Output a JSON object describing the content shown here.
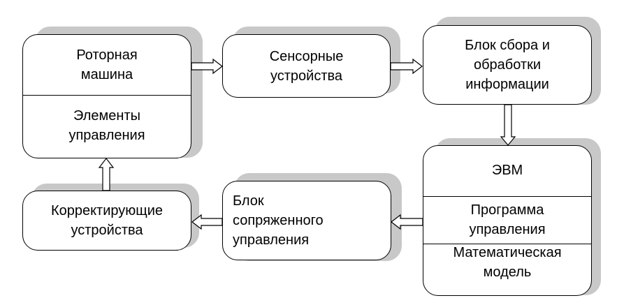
{
  "blocks": {
    "rotary_machine": {
      "title": "Роторная\nмашина",
      "controls": "Элементы\nуправления"
    },
    "sensors": {
      "label": "Сенсорные\nустройства"
    },
    "data_unit": {
      "label": "Блок сбора и\nобработки\nинформации"
    },
    "computer": {
      "title": "ЭВМ",
      "program": "Программа\nуправления",
      "model": "Математическая\nмодель"
    },
    "coupled_control": {
      "label": "Блок\nсопряженного\nуправления"
    },
    "correctors": {
      "label": "Корректирующие\nустройства"
    }
  },
  "colors": {
    "shadow": "#c8c8c8",
    "border": "#000000",
    "fill": "#ffffff"
  }
}
